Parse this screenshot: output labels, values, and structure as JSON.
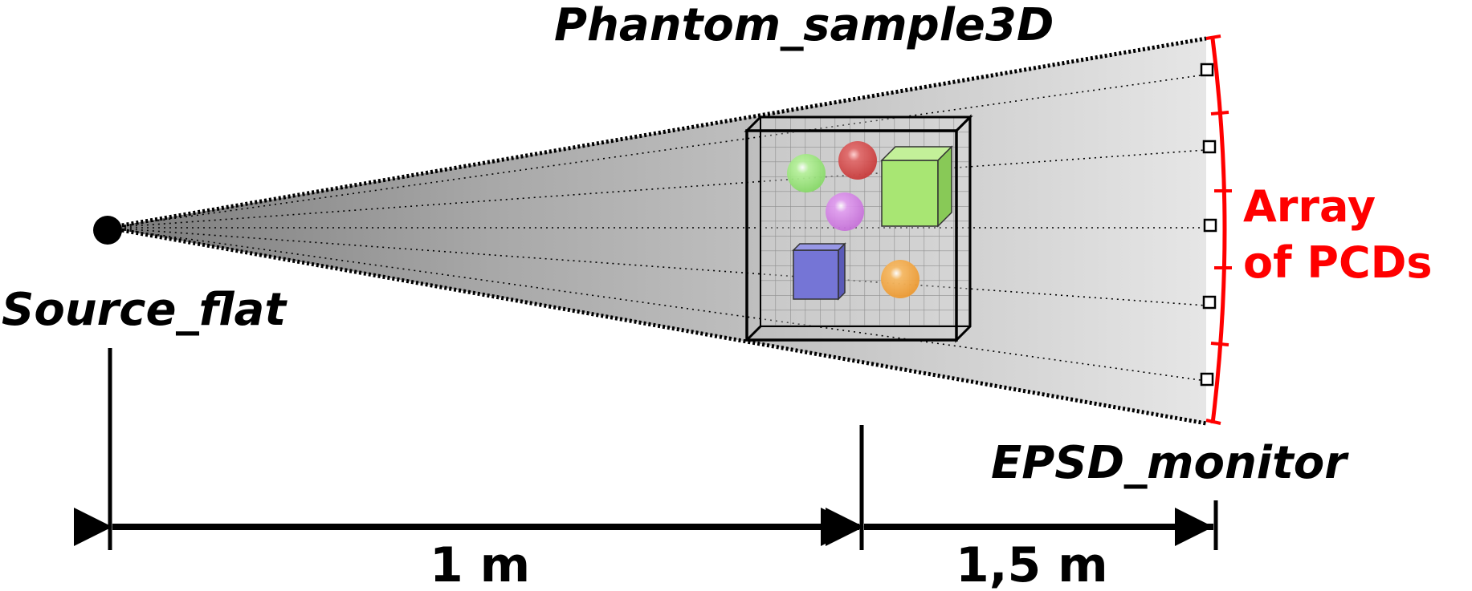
{
  "labels": {
    "phantom": "Phantom_sample3D",
    "source": "Source_flat",
    "monitor": "EPSD_monitor",
    "array_line1": "Array",
    "array_line2": "of PCDs",
    "distance_1": "1 m",
    "distance_2": "1,5 m"
  },
  "colors": {
    "array": "#ff0000",
    "outline": "#000000",
    "sphere_green": "#99e67a",
    "sphere_red": "#d9494c",
    "sphere_magenta": "#d480e6",
    "sphere_orange": "#f0a040",
    "cube_green": "#a8e673",
    "cube_blue": "#7575d6"
  },
  "icons": {
    "source": "point-source-dot",
    "detector": "detector-pixel-square"
  }
}
